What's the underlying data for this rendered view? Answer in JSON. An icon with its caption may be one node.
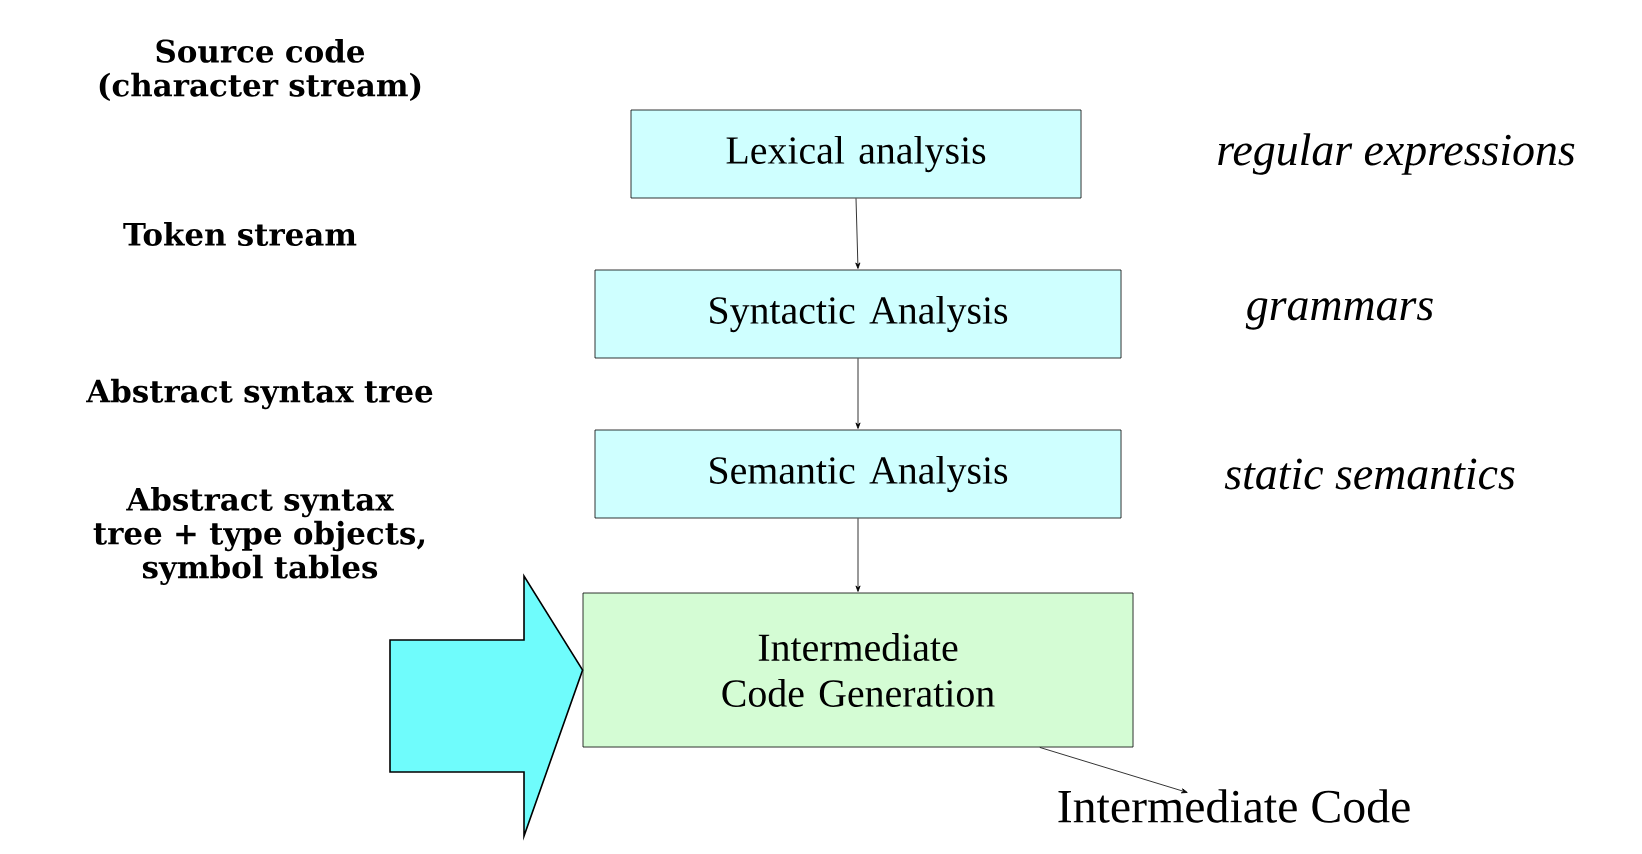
{
  "diagram": {
    "nodes": [
      {
        "text": [
          "Lexical analysis"
        ],
        "beside": [
          "regular expressions"
        ]
      },
      {
        "text": [
          "Syntactic Analysis"
        ],
        "beside": [
          "grammars"
        ]
      },
      {
        "text": [
          "Semantic Analysis"
        ],
        "beside": [
          "static semantics"
        ]
      },
      {
        "text": [
          "Intermediate Code Generation"
        ]
      },
      {
        "text": [
          "Intermediate Code"
        ]
      }
    ],
    "edges": [
      {
        "from": 0,
        "to": 1,
        "arrow": "to"
      },
      {
        "from": 1,
        "to": 2,
        "arrow": "to"
      },
      {
        "from": 2,
        "to": 3,
        "arrow": "to"
      },
      {
        "from": 3,
        "to": 4,
        "arrow": "to"
      },
      {
        "from": null,
        "to": 3,
        "arrow": "to",
        "style": "thick",
        "color": "#6ffcfc"
      }
    ],
    "labels": [
      "Source code (character stream)",
      "Token stream",
      "Abstract syntax tree",
      "Abstract syntax tree + type objects, symbol tables"
    ]
  }
}
